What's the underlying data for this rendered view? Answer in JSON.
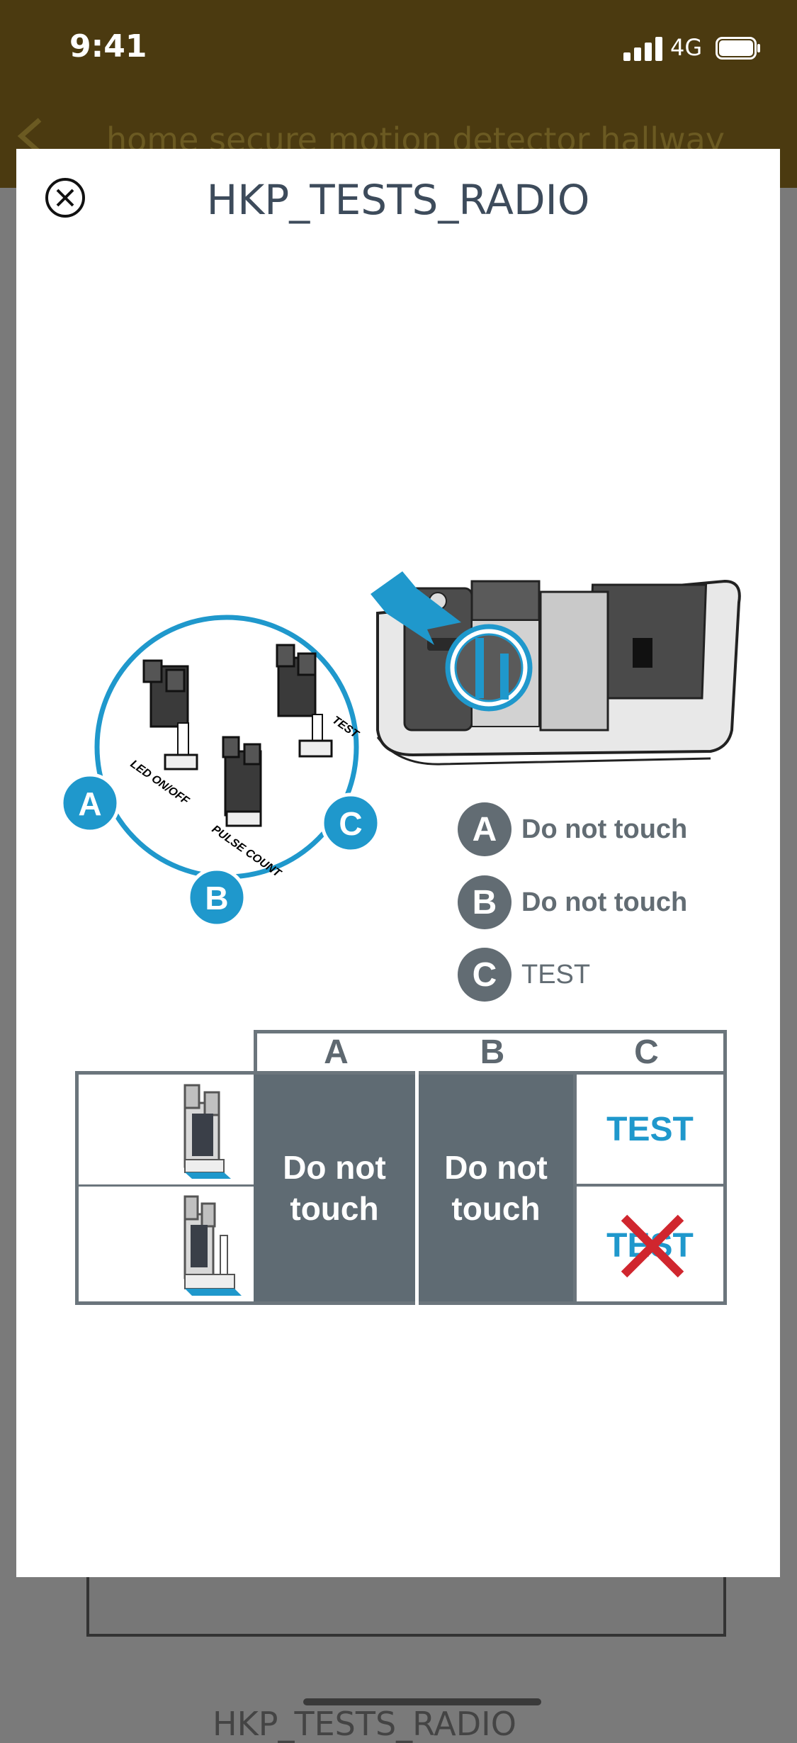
{
  "status_bar": {
    "time": "9:41",
    "network": "4G"
  },
  "background": {
    "nav_title": "home secure motion detector hallway",
    "bottom_title": "HKP_TESTS_RADIO"
  },
  "modal": {
    "title": "HKP_TESTS_RADIO",
    "close_icon": "close-circle-icon"
  },
  "illustration": {
    "jumper_labels": [
      "LED ON/OFF",
      "PULSE COUNT",
      "TEST"
    ],
    "badges": [
      "A",
      "B",
      "C"
    ]
  },
  "legend": [
    {
      "badge": "A",
      "text": "Do not touch"
    },
    {
      "badge": "B",
      "text": "Do not touch"
    },
    {
      "badge": "C",
      "text": "TEST"
    }
  ],
  "table": {
    "headers": [
      "A",
      "B",
      "C"
    ],
    "col_a": "Do not touch",
    "col_b": "Do not touch",
    "row1_c": "TEST",
    "row2_c": "TEST"
  },
  "colors": {
    "accent_blue": "#1f98cc",
    "badge_gray": "#626c73",
    "cross_red": "#d0262e",
    "statusbar": "#4b3a10"
  }
}
